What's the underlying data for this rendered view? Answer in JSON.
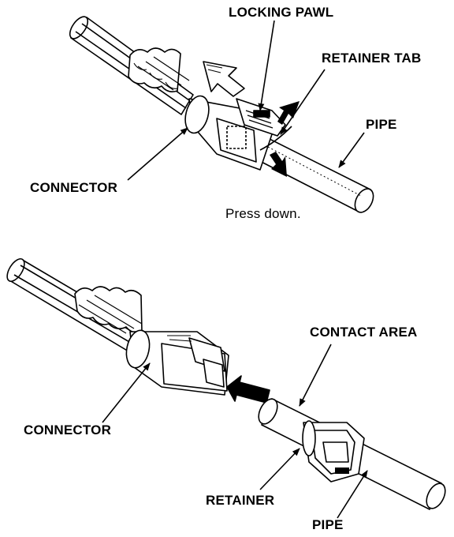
{
  "labels": {
    "top": {
      "locking_pawl": "LOCKING PAWL",
      "retainer_tab": "RETAINER TAB",
      "pipe": "PIPE",
      "connector": "CONNECTOR",
      "note": "Press down."
    },
    "bottom": {
      "contact_area": "CONTACT AREA",
      "connector": "CONNECTOR",
      "retainer": "RETAINER",
      "pipe": "PIPE"
    }
  },
  "colors": {
    "ink": "#000000",
    "paper": "#ffffff"
  }
}
